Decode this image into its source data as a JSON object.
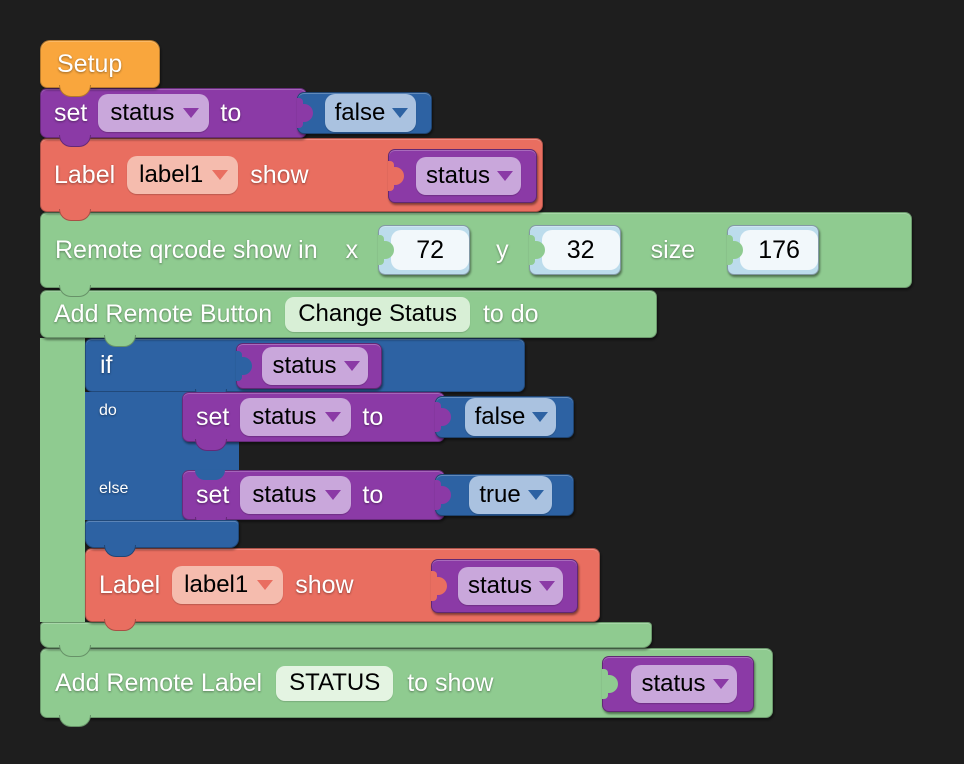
{
  "palette": {
    "background": "#1e1e1e",
    "event_orange": "#f9a63d",
    "variable_purple": "#8b3aa6",
    "logic_blue": "#2d62a3",
    "label_salmon": "#e96e60",
    "remote_green": "#8fcb90",
    "number_blue": "#bcdcec"
  },
  "workspace": {
    "setup": {
      "label": "Setup"
    },
    "set_init": {
      "kw_set": "set",
      "var_name": "status",
      "kw_to": "to",
      "value": "false"
    },
    "label_show_top": {
      "kw_label": "Label",
      "target": "label1",
      "kw_show": "show",
      "value": "status"
    },
    "qrcode": {
      "label": "Remote qrcode show in",
      "x_label": "x",
      "x_value": "72",
      "y_label": "y",
      "y_value": "32",
      "size_label": "size",
      "size_value": "176"
    },
    "add_button": {
      "label": "Add Remote Button",
      "name": "Change Status",
      "suffix": "to do"
    },
    "if_block": {
      "kw_if": "if",
      "condition": "status",
      "kw_do": "do",
      "kw_else": "else",
      "set_do": {
        "kw_set": "set",
        "var_name": "status",
        "kw_to": "to",
        "value": "false"
      },
      "set_else": {
        "kw_set": "set",
        "var_name": "status",
        "kw_to": "to",
        "value": "true"
      }
    },
    "label_show_inner": {
      "kw_label": "Label",
      "target": "label1",
      "kw_show": "show",
      "value": "status"
    },
    "add_label": {
      "label": "Add Remote Label",
      "name": "STATUS",
      "suffix": "to show",
      "value": "status"
    }
  }
}
